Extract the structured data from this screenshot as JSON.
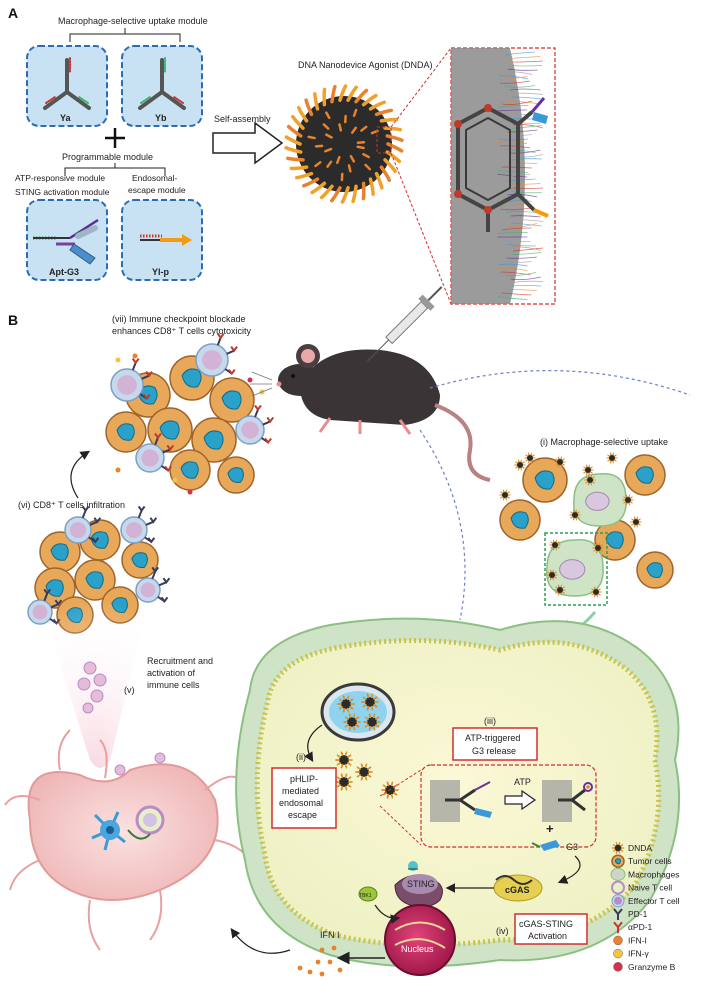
{
  "panel_a": {
    "letter": "A",
    "uptake_module": "Macrophage-selective uptake module",
    "ya": "Ya",
    "yb": "Yb",
    "programmable": "Programmable module",
    "atp_module": "ATP-responsive module",
    "sting_module": "STING activation module",
    "endo_module_1": "Endosomal-",
    "endo_module_2": "escape module",
    "aptg3": "Apt-G3",
    "ylp": "Yl-p",
    "self_assembly": "Self-assembly",
    "dnda_title": "DNA Nanodevice Agonist (DNDA)"
  },
  "panel_b": {
    "letter": "B",
    "vii_1": "(vii) Immune checkpoint blockade",
    "vii_2": "enhances CD8⁺ T cells cytotoxicity",
    "i": "(i) Macrophage-selective uptake",
    "vi": "(vi) CD8⁺ T cells infiltration",
    "v_label": "(v)",
    "v_1": "Recruitment and",
    "v_2": "activation of",
    "v_3": "immune cells",
    "iii_1": "(iii)",
    "iii_2": "ATP-triggered",
    "iii_3": "G3 release",
    "atp": "ATP",
    "g3": "G3",
    "plus": "+",
    "ii_1": "(ii)",
    "ii_2": "pHLIP-",
    "ii_3": "mediated",
    "ii_4": "endosomal",
    "ii_5": "escape",
    "cgas": "cGAS",
    "sting": "STING",
    "tbk1": "TBK1",
    "nucleus": "Nucleus",
    "iv_1": "cGAS-STING",
    "iv_2": "Activation",
    "iv_3": "(iv)",
    "ifn": "IFN I"
  },
  "legend": [
    {
      "label": "DNDA",
      "icon": "dnda-icon",
      "color": "#c98a3a"
    },
    {
      "label": "Tumor cells",
      "icon": "tumor-cell-icon",
      "color": "#e8a85a"
    },
    {
      "label": "Macrophages",
      "icon": "macrophage-icon",
      "color": "#c8dcc0"
    },
    {
      "label": "Naive T cell",
      "icon": "naive-t-cell-icon",
      "color": "#d8b4d8"
    },
    {
      "label": "Effector T cell",
      "icon": "effector-t-cell-icon",
      "color": "#b98bc9"
    },
    {
      "label": "PD-1",
      "icon": "pd1-icon",
      "color": "#3a3a5a"
    },
    {
      "label": "αPD-1",
      "icon": "apd1-icon",
      "color": "#c0392b"
    },
    {
      "label": "IFN-I",
      "icon": "ifn-i-icon",
      "color": "#e8822c"
    },
    {
      "label": "IFN-γ",
      "icon": "ifn-gamma-icon",
      "color": "#f3c542"
    },
    {
      "label": "Granzyme B",
      "icon": "granzyme-b-icon",
      "color": "#d6314c"
    }
  ],
  "colors": {
    "module_box": "#c9e2f3",
    "module_border": "#2a6db5",
    "macrophage_green": "#cfe3c6",
    "cytoplasm": "#f5f6d2",
    "red_box": "#d32f2f",
    "nucleus": "#c2185b",
    "lymph": "#f4c7c7"
  }
}
